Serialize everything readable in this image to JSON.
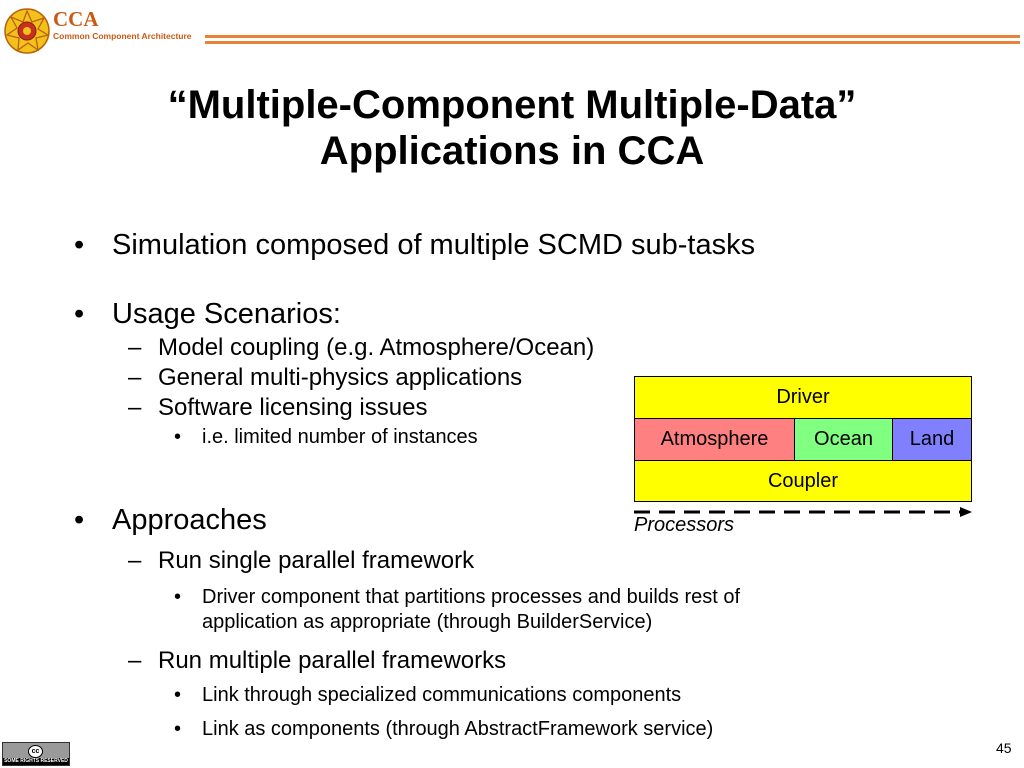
{
  "header": {
    "brand_title": "CCA",
    "brand_subtitle": "Common Component Architecture",
    "logo_icon": "cca-logo-icon",
    "accent_color": "#e8823a"
  },
  "title": {
    "line1": "“Multiple-Component Multiple-Data”",
    "line2": "Applications in CCA"
  },
  "bullets": {
    "b1": "Simulation composed of multiple SCMD sub-tasks",
    "b2": "Usage Scenarios:",
    "b2_1": "Model coupling (e.g. Atmosphere/Ocean)",
    "b2_2": "General multi-physics applications",
    "b2_3": "Software licensing issues",
    "b2_3_1": "i.e. limited number of instances",
    "b3": "Approaches",
    "b3_1": "Run single parallel framework",
    "b3_1_1a": "Driver component that partitions processes and builds rest of",
    "b3_1_1b": "application as appropriate (through BuilderService)",
    "b3_2": "Run multiple parallel frameworks",
    "b3_2_1": "Link through specialized communications components",
    "b3_2_2": "Link as components (through AbstractFramework service)"
  },
  "diagram": {
    "driver": "Driver",
    "atmosphere": "Atmosphere",
    "ocean": "Ocean",
    "land": "Land",
    "coupler": "Coupler",
    "axis_label": "Processors",
    "colors": {
      "driver": "#ffff00",
      "atmosphere": "#ff8080",
      "ocean": "#80ff80",
      "land": "#8080ff"
    }
  },
  "footer": {
    "license_text": "SOME RIGHTS RESERVED",
    "license_symbol": "cc",
    "license_icon": "creative-commons-icon",
    "page_number": "45"
  }
}
